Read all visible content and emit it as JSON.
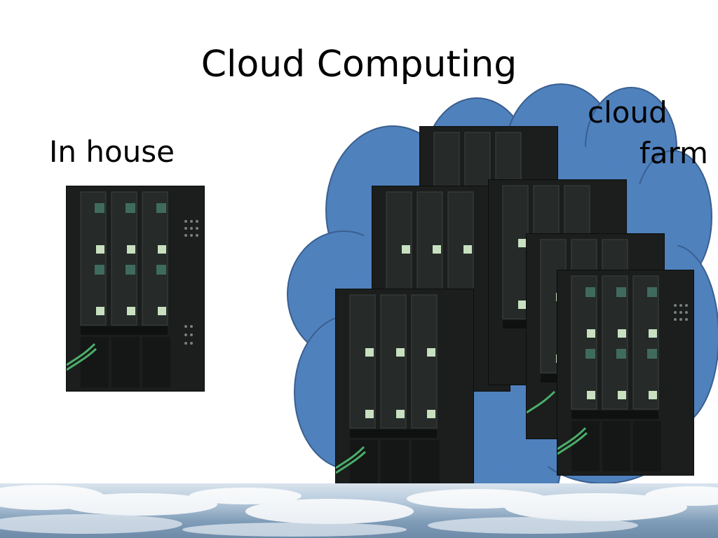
{
  "slide": {
    "title": "Cloud Computing",
    "label_in_house": "In house",
    "label_cloud": "cloud",
    "label_farm": "farm"
  },
  "colors": {
    "cloud_fill": "#4f81bd",
    "cloud_stroke": "#3a5f8f",
    "server_body": "#1b1e1d",
    "drive_led": "#c8e0c0",
    "cable_green": "#4caf6a"
  }
}
